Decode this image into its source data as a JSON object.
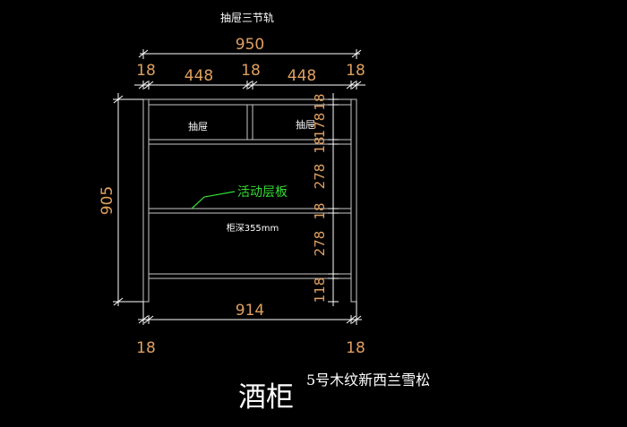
{
  "drawing": {
    "top_note": "抽屉三节轨",
    "overall_width": "950",
    "top_segments": [
      "18",
      "448",
      "18",
      "448",
      "18"
    ],
    "drawer_left_label": "抽屉",
    "drawer_right_label": "抽屉",
    "shelf_callout": "活动层板",
    "depth_note": "柜深355mm",
    "overall_height": "905",
    "right_dims": [
      "18",
      "178",
      "18",
      "278",
      "18",
      "278",
      "118"
    ],
    "bottom_inner_width": "914",
    "bottom_left": "18",
    "bottom_right": "18",
    "title": "酒柜",
    "material": "5号木纹新西兰雪松"
  },
  "colors": {
    "background": "#000000",
    "lines": "#ffffff",
    "dim_text": "#e0a060",
    "callout": "#33dd33",
    "frame": "#c8c8c8"
  }
}
